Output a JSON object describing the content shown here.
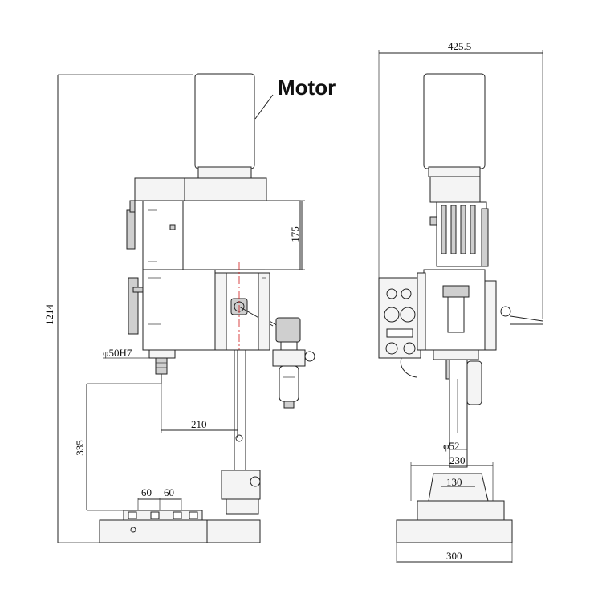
{
  "callout": {
    "motor_label": "Motor"
  },
  "dimensions": {
    "overall_height": "1214",
    "head_height": "175",
    "spindle_bore": "φ50H7",
    "spindle_reach": "210",
    "spindle_to_table": "335",
    "slot_pitch_1": "60",
    "slot_pitch_2": "60",
    "overall_width": "425.5",
    "column_diameter": "φ52",
    "table_width": "230",
    "table_slot": "130",
    "base_width": "300"
  },
  "colors": {
    "line": "#222222",
    "centerline": "#d11a1a",
    "fill": "#f4f4f4"
  }
}
